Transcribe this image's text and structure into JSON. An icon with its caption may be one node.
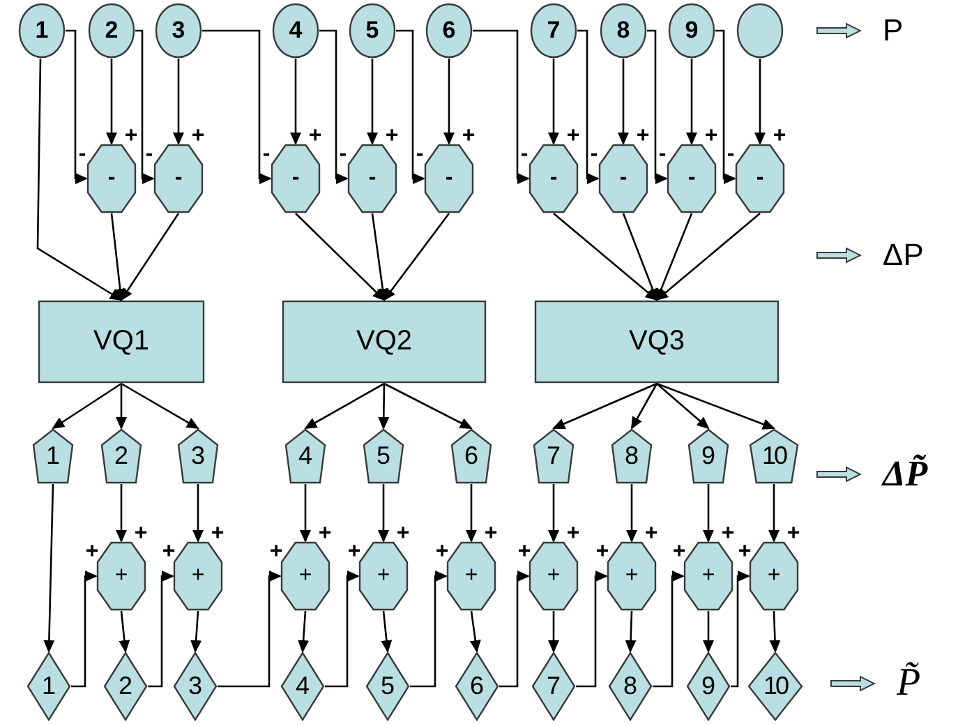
{
  "diagram": {
    "nodes": [
      {
        "text": [
          "1"
        ]
      },
      {
        "text": [
          "2"
        ]
      },
      {
        "text": [
          "3"
        ]
      },
      {
        "text": [
          "4"
        ]
      },
      {
        "text": [
          "5"
        ]
      },
      {
        "text": [
          "6"
        ]
      },
      {
        "text": [
          "7"
        ]
      },
      {
        "text": [
          "8"
        ]
      },
      {
        "text": [
          "9"
        ]
      },
      {
        "text": [],
        "shape": "circle"
      },
      {
        "text": [
          "-"
        ]
      },
      {
        "text": [
          "-"
        ]
      },
      {
        "text": [
          "-"
        ]
      },
      {
        "text": [
          "-"
        ]
      },
      {
        "text": [
          "-"
        ]
      },
      {
        "text": [
          "-"
        ]
      },
      {
        "text": [
          "-"
        ]
      },
      {
        "text": [
          "-"
        ]
      },
      {
        "text": [
          "-"
        ]
      },
      {
        "text": [
          "VQ1"
        ]
      },
      {
        "text": [
          "VQ2"
        ]
      },
      {
        "text": [
          "VQ3"
        ]
      },
      {
        "text": [
          "1"
        ]
      },
      {
        "text": [
          "2"
        ]
      },
      {
        "text": [
          "3"
        ]
      },
      {
        "text": [
          "4"
        ]
      },
      {
        "text": [
          "5"
        ]
      },
      {
        "text": [
          "6"
        ]
      },
      {
        "text": [
          "7"
        ]
      },
      {
        "text": [
          "8"
        ]
      },
      {
        "text": [
          "9"
        ]
      },
      {
        "text": [
          "10"
        ]
      },
      {
        "text": [
          "+"
        ]
      },
      {
        "text": [
          "+"
        ]
      },
      {
        "text": [
          "+"
        ]
      },
      {
        "text": [
          "+"
        ]
      },
      {
        "text": [
          "+"
        ]
      },
      {
        "text": [
          "+"
        ]
      },
      {
        "text": [
          "+"
        ]
      },
      {
        "text": [
          "+"
        ]
      },
      {
        "text": [
          "+"
        ]
      },
      {
        "text": [
          "1"
        ]
      },
      {
        "text": [
          "2"
        ]
      },
      {
        "text": [
          "3"
        ]
      },
      {
        "text": [
          "4"
        ]
      },
      {
        "text": [
          "5"
        ]
      },
      {
        "text": [
          "6"
        ]
      },
      {
        "text": [
          "7"
        ]
      },
      {
        "text": [
          "8"
        ]
      },
      {
        "text": [
          "9"
        ]
      },
      {
        "text": [
          "10"
        ]
      }
    ],
    "edges": [
      {
        "from": 1,
        "to": 10,
        "arrow": "to",
        "label": "+"
      },
      {
        "from": 0,
        "to": 10,
        "arrow": "to",
        "label": "-"
      },
      {
        "from": 2,
        "to": 11,
        "arrow": "to",
        "label": "+"
      },
      {
        "from": 1,
        "to": 11,
        "arrow": "to",
        "label": "-"
      },
      {
        "from": 3,
        "to": 12,
        "arrow": "to",
        "label": "+"
      },
      {
        "from": 2,
        "to": 12,
        "arrow": "to",
        "label": "-"
      },
      {
        "from": 4,
        "to": 13,
        "arrow": "to",
        "label": "+"
      },
      {
        "from": 3,
        "to": 13,
        "arrow": "to",
        "label": "-"
      },
      {
        "from": 5,
        "to": 14,
        "arrow": "to",
        "label": "+"
      },
      {
        "from": 4,
        "to": 14,
        "arrow": "to",
        "label": "-"
      },
      {
        "from": 6,
        "to": 15,
        "arrow": "to",
        "label": "+"
      },
      {
        "from": 5,
        "to": 15,
        "arrow": "to",
        "label": "-"
      },
      {
        "from": 7,
        "to": 16,
        "arrow": "to",
        "label": "+"
      },
      {
        "from": 6,
        "to": 16,
        "arrow": "to",
        "label": "-"
      },
      {
        "from": 8,
        "to": 17,
        "arrow": "to",
        "label": "+"
      },
      {
        "from": 7,
        "to": 17,
        "arrow": "to",
        "label": "-"
      },
      {
        "from": 9,
        "to": 18,
        "arrow": "to",
        "label": "+"
      },
      {
        "from": 8,
        "to": 18,
        "arrow": "to",
        "label": "-"
      },
      {
        "from": 0,
        "to": 19,
        "arrow": "to"
      },
      {
        "from": 10,
        "to": 19,
        "arrow": "to"
      },
      {
        "from": 11,
        "to": 19,
        "arrow": "to"
      },
      {
        "from": 12,
        "to": 20,
        "arrow": "to"
      },
      {
        "from": 13,
        "to": 20,
        "arrow": "to"
      },
      {
        "from": 14,
        "to": 20,
        "arrow": "to"
      },
      {
        "from": 15,
        "to": 21,
        "arrow": "to"
      },
      {
        "from": 16,
        "to": 21,
        "arrow": "to"
      },
      {
        "from": 17,
        "to": 21,
        "arrow": "to"
      },
      {
        "from": 18,
        "to": 21,
        "arrow": "to"
      },
      {
        "from": 19,
        "to": 22,
        "arrow": "to"
      },
      {
        "from": 19,
        "to": 23,
        "arrow": "to"
      },
      {
        "from": 19,
        "to": 24,
        "arrow": "to"
      },
      {
        "from": 20,
        "to": 25,
        "arrow": "to"
      },
      {
        "from": 20,
        "to": 26,
        "arrow": "to"
      },
      {
        "from": 20,
        "to": 27,
        "arrow": "to"
      },
      {
        "from": 21,
        "to": 28,
        "arrow": "to"
      },
      {
        "from": 21,
        "to": 29,
        "arrow": "to"
      },
      {
        "from": 21,
        "to": 30,
        "arrow": "to"
      },
      {
        "from": 21,
        "to": 31,
        "arrow": "to"
      },
      {
        "from": 22,
        "to": 41,
        "arrow": "to"
      },
      {
        "from": 23,
        "to": 32,
        "arrow": "to",
        "label": "+"
      },
      {
        "from": 24,
        "to": 33,
        "arrow": "to",
        "label": "+"
      },
      {
        "from": 25,
        "to": 34,
        "arrow": "to",
        "label": "+"
      },
      {
        "from": 26,
        "to": 35,
        "arrow": "to",
        "label": "+"
      },
      {
        "from": 27,
        "to": 36,
        "arrow": "to",
        "label": "+"
      },
      {
        "from": 28,
        "to": 37,
        "arrow": "to",
        "label": "+"
      },
      {
        "from": 29,
        "to": 38,
        "arrow": "to",
        "label": "+"
      },
      {
        "from": 30,
        "to": 39,
        "arrow": "to",
        "label": "+"
      },
      {
        "from": 31,
        "to": 40,
        "arrow": "to",
        "label": "+"
      },
      {
        "from": 32,
        "to": 42,
        "arrow": "to"
      },
      {
        "from": 33,
        "to": 43,
        "arrow": "to"
      },
      {
        "from": 34,
        "to": 44,
        "arrow": "to"
      },
      {
        "from": 35,
        "to": 45,
        "arrow": "to"
      },
      {
        "from": 36,
        "to": 46,
        "arrow": "to"
      },
      {
        "from": 37,
        "to": 47,
        "arrow": "to"
      },
      {
        "from": 38,
        "to": 48,
        "arrow": "to"
      },
      {
        "from": 39,
        "to": 49,
        "arrow": "to"
      },
      {
        "from": 40,
        "to": 50,
        "arrow": "to"
      },
      {
        "from": 41,
        "to": 32,
        "arrow": "to",
        "label": "+"
      },
      {
        "from": 42,
        "to": 33,
        "arrow": "to",
        "label": "+"
      },
      {
        "from": 43,
        "to": 34,
        "arrow": "to",
        "label": "+"
      },
      {
        "from": 44,
        "to": 35,
        "arrow": "to",
        "label": "+"
      },
      {
        "from": 45,
        "to": 36,
        "arrow": "to",
        "label": "+"
      },
      {
        "from": 46,
        "to": 37,
        "arrow": "to",
        "label": "+"
      },
      {
        "from": 47,
        "to": 38,
        "arrow": "to",
        "label": "+"
      },
      {
        "from": 48,
        "to": 39,
        "arrow": "to",
        "label": "+"
      },
      {
        "from": 49,
        "to": 40,
        "arrow": "to",
        "label": "+"
      }
    ],
    "labels": [
      "P",
      "ΔP",
      "ΔP̃",
      "P̃"
    ]
  }
}
